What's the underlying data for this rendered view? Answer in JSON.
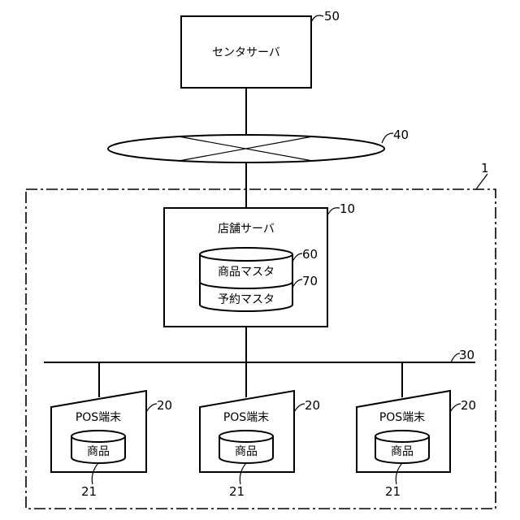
{
  "center_server": {
    "label": "センタサーバ",
    "ref": "50"
  },
  "network": {
    "ref": "40"
  },
  "system": {
    "ref": "1"
  },
  "store_server": {
    "label": "店舗サーバ",
    "ref": "10",
    "product_master": {
      "label": "商品マスタ",
      "ref": "60"
    },
    "reservation_master": {
      "label": "予約マスタ",
      "ref": "70"
    }
  },
  "lan": {
    "ref": "30"
  },
  "pos_terminals": [
    {
      "label": "POS端末",
      "ref": "20",
      "db_label": "商品",
      "db_ref": "21"
    },
    {
      "label": "POS端末",
      "ref": "20",
      "db_label": "商品",
      "db_ref": "21"
    },
    {
      "label": "POS端末",
      "ref": "20",
      "db_label": "商品",
      "db_ref": "21"
    }
  ]
}
